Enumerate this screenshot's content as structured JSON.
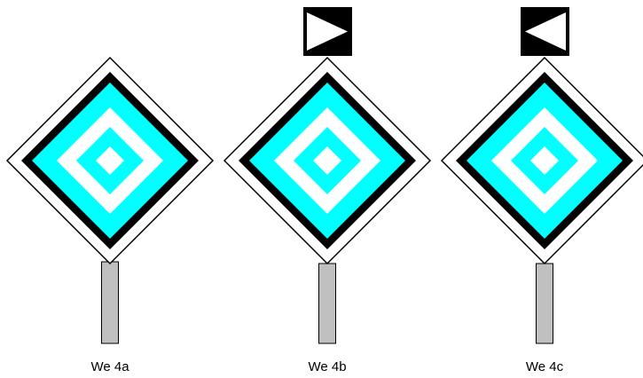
{
  "signs": [
    {
      "label": "We 4a",
      "direction_panel": "none"
    },
    {
      "label": "We 4b",
      "direction_panel": "right-pointing-triangle"
    },
    {
      "label": "We 4c",
      "direction_panel": "left-pointing-triangle"
    }
  ],
  "colors": {
    "diamond_border": "#000000",
    "diamond_background": "#ffffff",
    "target_black": "#000000",
    "target_cyan": "#00ffff",
    "target_white": "#ffffff",
    "post_fill": "#c0c0c0",
    "post_outline": "#000000"
  }
}
